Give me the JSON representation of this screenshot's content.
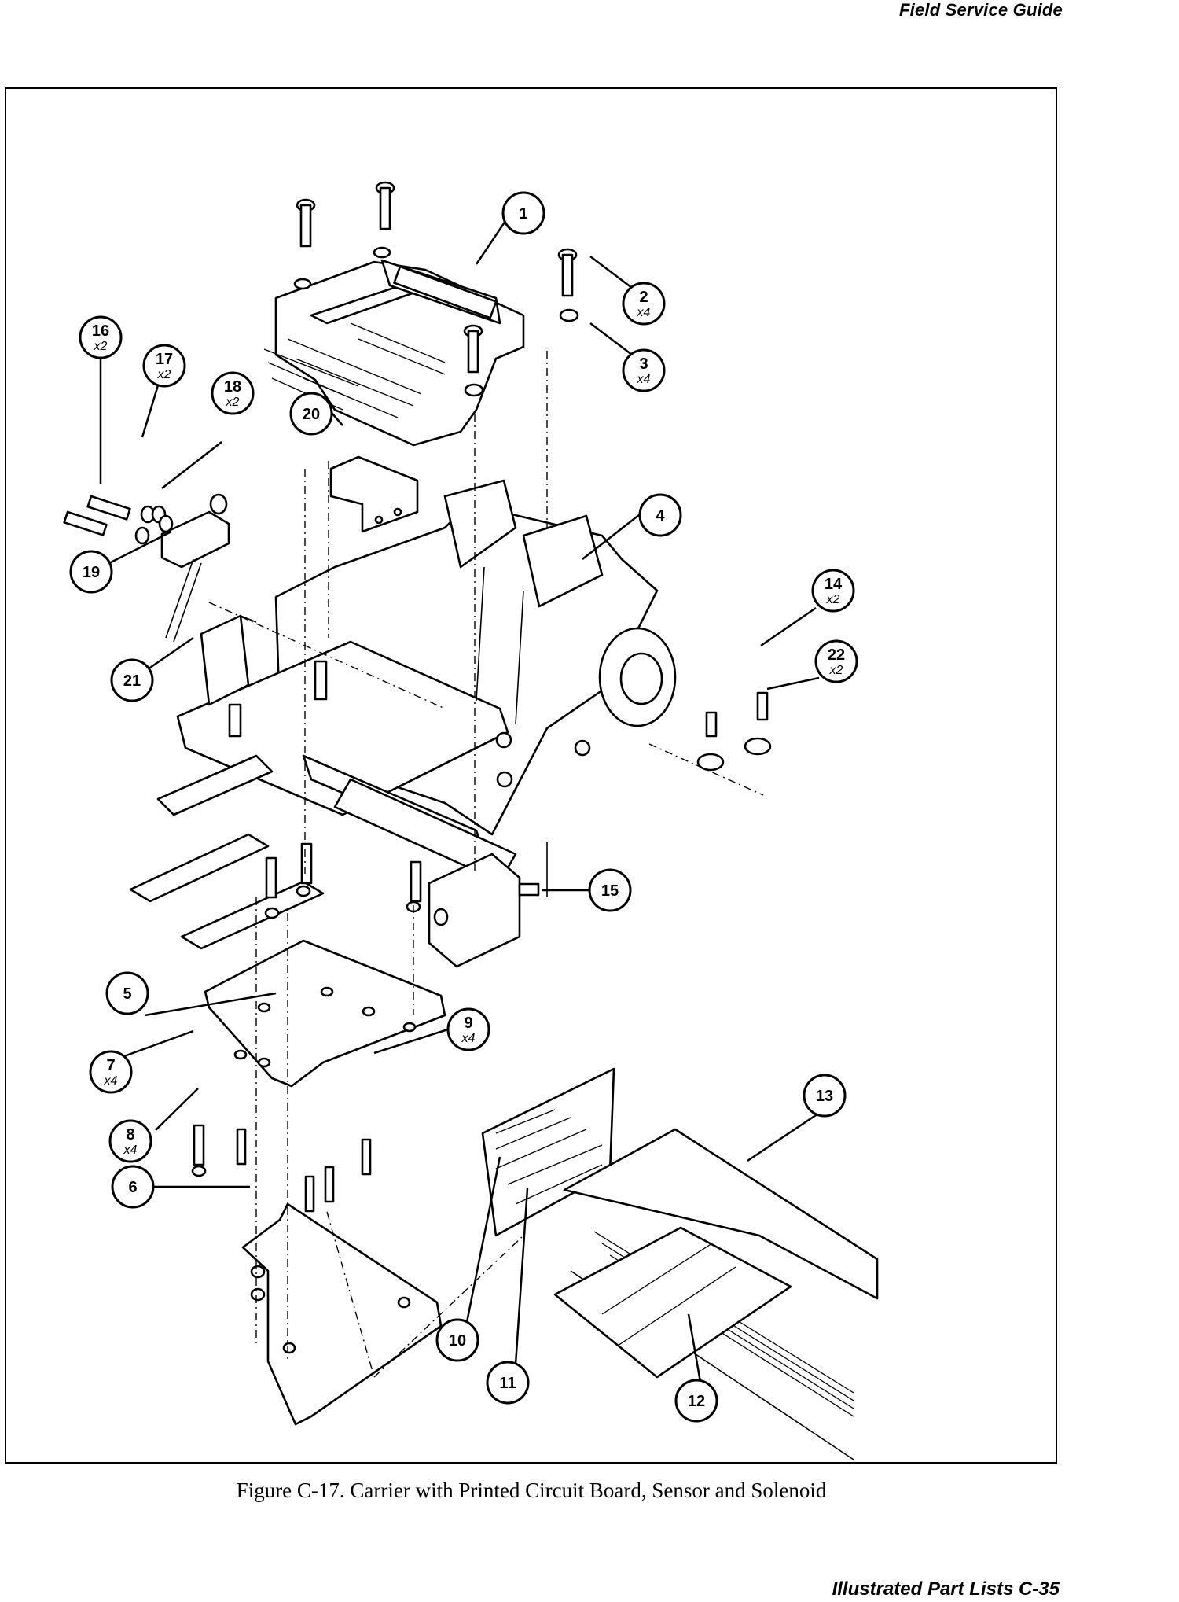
{
  "header": {
    "title": "Field Service Guide"
  },
  "figure": {
    "caption": "Figure C-17.  Carrier with Printed Circuit Board, Sensor and Solenoid",
    "callouts": [
      {
        "id": "1",
        "number": "1",
        "qty": ""
      },
      {
        "id": "2",
        "number": "2",
        "qty": "x4"
      },
      {
        "id": "3",
        "number": "3",
        "qty": "x4"
      },
      {
        "id": "4",
        "number": "4",
        "qty": ""
      },
      {
        "id": "5",
        "number": "5",
        "qty": ""
      },
      {
        "id": "6",
        "number": "6",
        "qty": ""
      },
      {
        "id": "7",
        "number": "7",
        "qty": "x4"
      },
      {
        "id": "8",
        "number": "8",
        "qty": "x4"
      },
      {
        "id": "9",
        "number": "9",
        "qty": "x4"
      },
      {
        "id": "10",
        "number": "10",
        "qty": ""
      },
      {
        "id": "11",
        "number": "11",
        "qty": ""
      },
      {
        "id": "12",
        "number": "12",
        "qty": ""
      },
      {
        "id": "13",
        "number": "13",
        "qty": ""
      },
      {
        "id": "14",
        "number": "14",
        "qty": "x2"
      },
      {
        "id": "15",
        "number": "15",
        "qty": ""
      },
      {
        "id": "16",
        "number": "16",
        "qty": "x2"
      },
      {
        "id": "17",
        "number": "17",
        "qty": "x2"
      },
      {
        "id": "18",
        "number": "18",
        "qty": "x2"
      },
      {
        "id": "19",
        "number": "19",
        "qty": ""
      },
      {
        "id": "20",
        "number": "20",
        "qty": ""
      },
      {
        "id": "21",
        "number": "21",
        "qty": ""
      },
      {
        "id": "22",
        "number": "22",
        "qty": "x2"
      }
    ]
  },
  "footer": {
    "label": "Illustrated Part Lists   C-35"
  }
}
